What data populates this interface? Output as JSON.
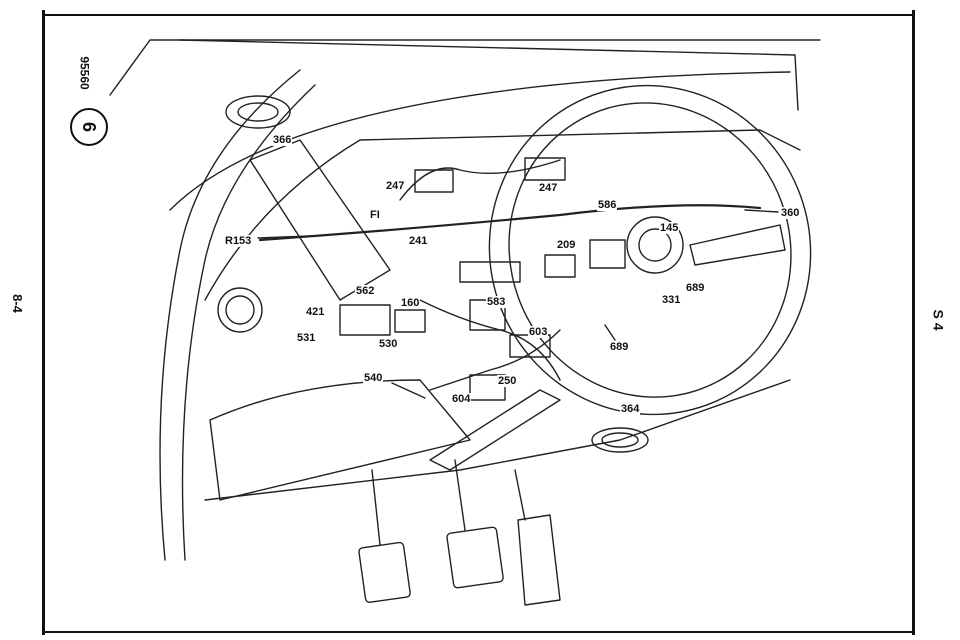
{
  "page_ref": "8-4",
  "section_ref": "S 4",
  "doc_number": "95560",
  "circle_number": "6",
  "callouts": {
    "c366a": "366",
    "c247a": "247",
    "c247b": "247",
    "c586": "586",
    "c360": "360",
    "cR153": "R153",
    "cFI": "FI",
    "c241": "241",
    "c209": "209",
    "c145": "145",
    "c562": "562",
    "c160": "160",
    "c583": "583",
    "c689a": "689",
    "c331": "331",
    "c421": "421",
    "c531": "531",
    "c530": "530",
    "c603": "603",
    "c689b": "689",
    "c540": "540",
    "c250": "250",
    "c604": "604",
    "c364": "364"
  }
}
